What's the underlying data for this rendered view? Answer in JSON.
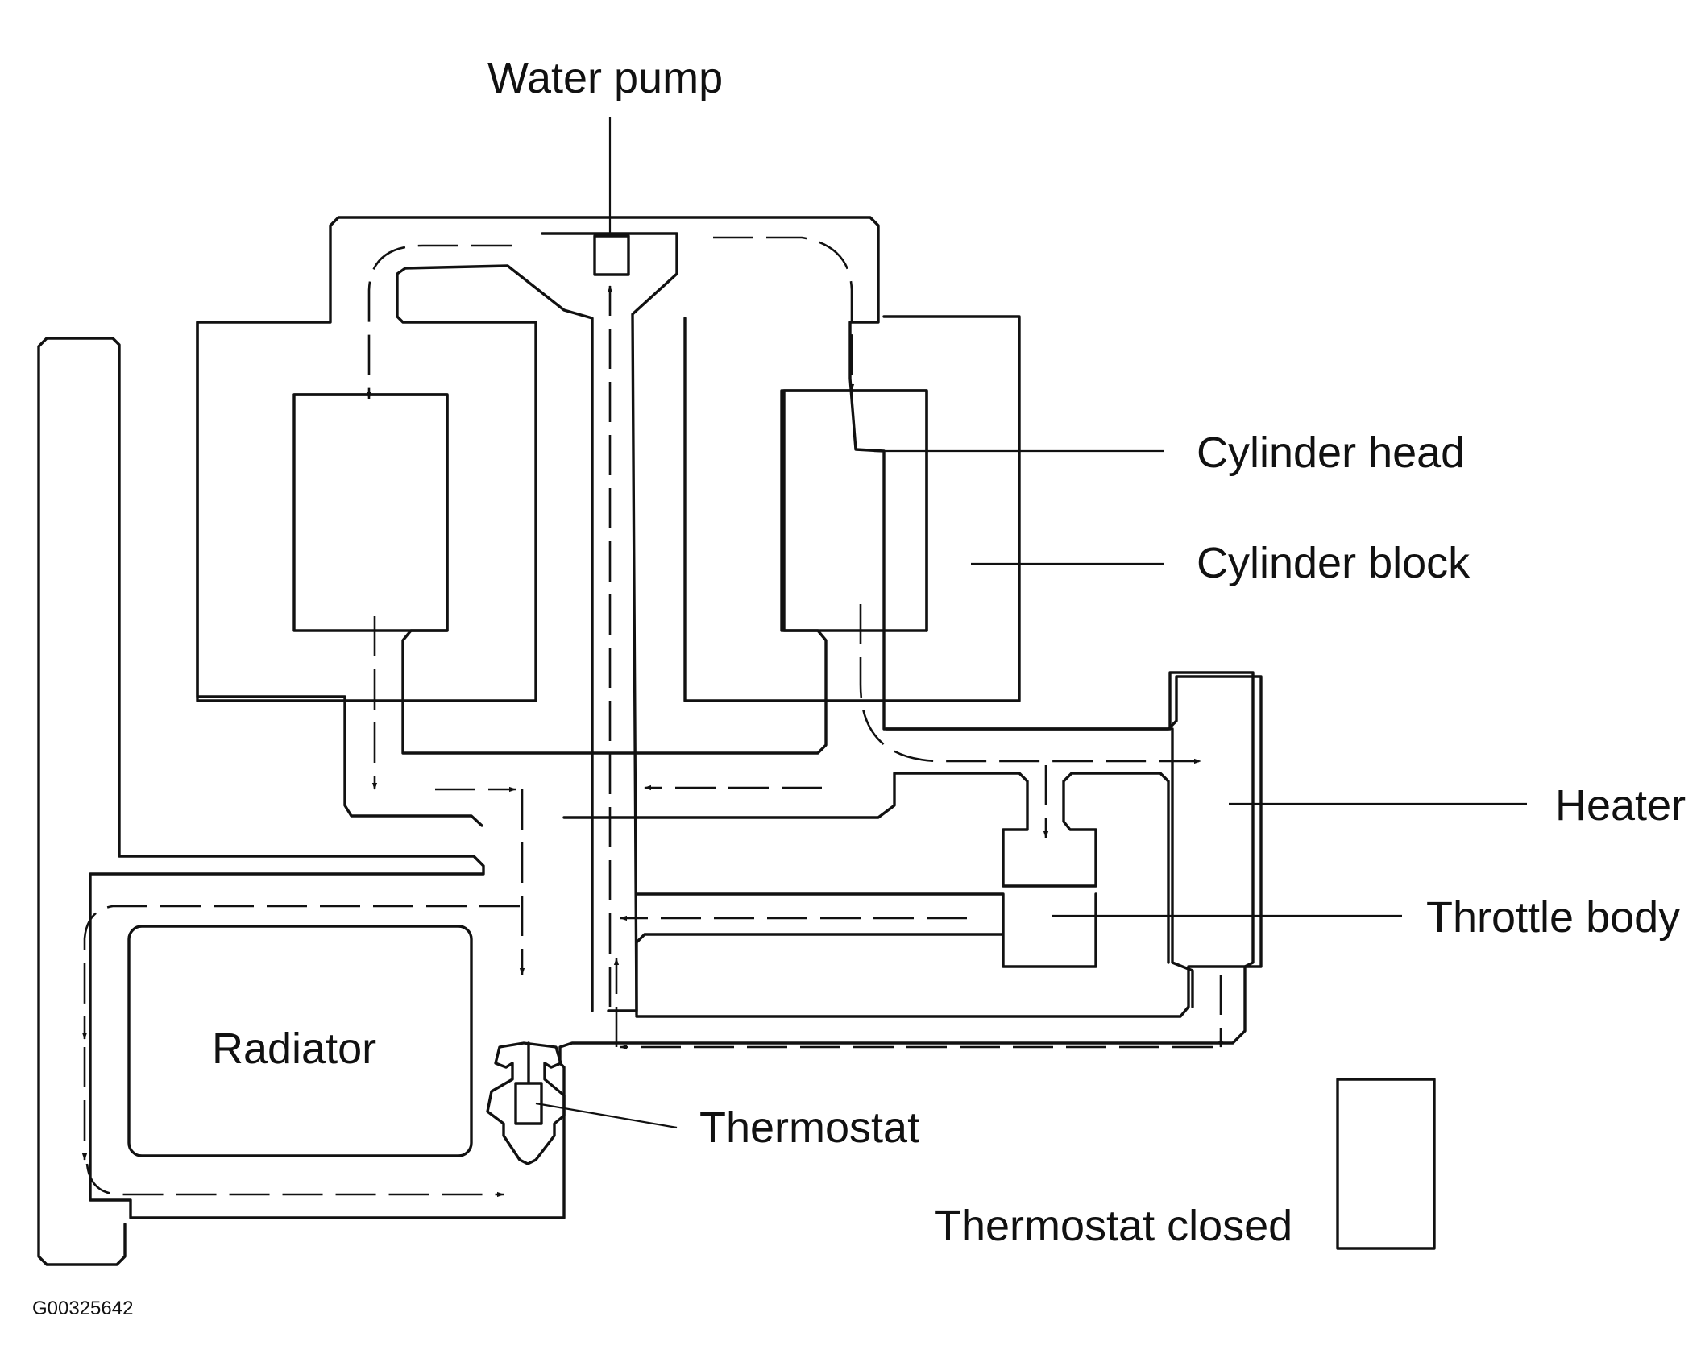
{
  "labels": {
    "water_pump": "Water pump",
    "cylinder_head": "Cylinder head",
    "cylinder_block": "Cylinder block",
    "heater": "Heater",
    "throttle_body": "Throttle body",
    "radiator": "Radiator",
    "thermostat": "Thermostat",
    "thermostat_closed": "Thermostat closed"
  },
  "figure_id": "G00325642",
  "flow_direction_icon": "arrow-icon",
  "colors": {
    "ink": "#111111",
    "background": "#ffffff"
  }
}
